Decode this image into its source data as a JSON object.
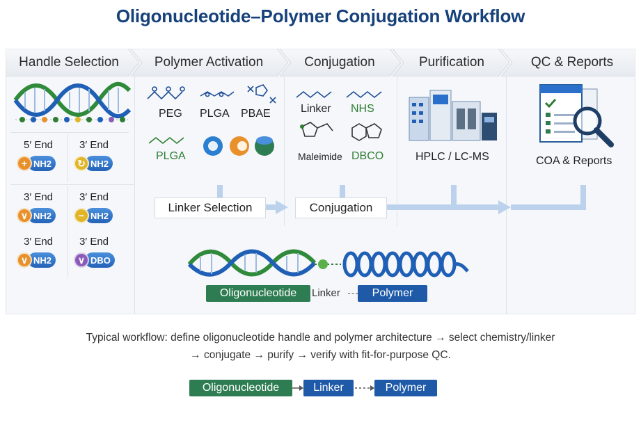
{
  "title": "Oligonucleotide–Polymer Conjugation Workflow",
  "steps": [
    "Handle Selection",
    "Polymer Activation",
    "Conjugation",
    "Purification",
    "QC & Reports"
  ],
  "handle_selection": {
    "ends": [
      {
        "label": "5′ End",
        "symbol": "+",
        "color": "#e8902a",
        "group": "NH2"
      },
      {
        "label": "3′ End",
        "symbol": "↻",
        "color": "#e0b52a",
        "group": "NH2"
      },
      {
        "label": "3′ End",
        "symbol": "∨",
        "color": "#e8902a",
        "group": "NH2"
      },
      {
        "label": "3′ End",
        "symbol": "−",
        "color": "#e0b52a",
        "group": "NH2"
      },
      {
        "label": "3′ End",
        "symbol": "∨",
        "color": "#e8902a",
        "group": "NH2"
      },
      {
        "label": "3′ End",
        "symbol": "∨",
        "color": "#8a5cb8",
        "group": "DBO"
      }
    ]
  },
  "polymer_activation": {
    "polymers": [
      "PEG",
      "PLGA",
      "PBAE",
      "PLGA"
    ]
  },
  "conjugation_chem": {
    "reagents": [
      "Linker",
      "NHS",
      "Maleimide",
      "DBCO"
    ]
  },
  "purification": {
    "method": "HPLC / LC-MS"
  },
  "qc": {
    "label": "COA & Reports"
  },
  "flow": {
    "linker_selection": "Linker Selection",
    "conjugation": "Conjugation"
  },
  "conjugate": {
    "oligo": "Oligonucleotide",
    "linker": "Linker",
    "polymer": "Polymer"
  },
  "caption": {
    "line1": "Typical workflow: define oligonucleotide handle and polymer architecture → select chemistry/linker",
    "line2": "→ conjugate → purify → verify with fit-for-purpose QC."
  },
  "bottom": {
    "oligo": "Oligonucleotide",
    "linker": "Linker",
    "polymer": "Polymer"
  },
  "colors": {
    "title": "#16417a",
    "green": "#2e7d52",
    "blue": "#1e5aa8",
    "flow_arrow": "#b9cfe8"
  }
}
